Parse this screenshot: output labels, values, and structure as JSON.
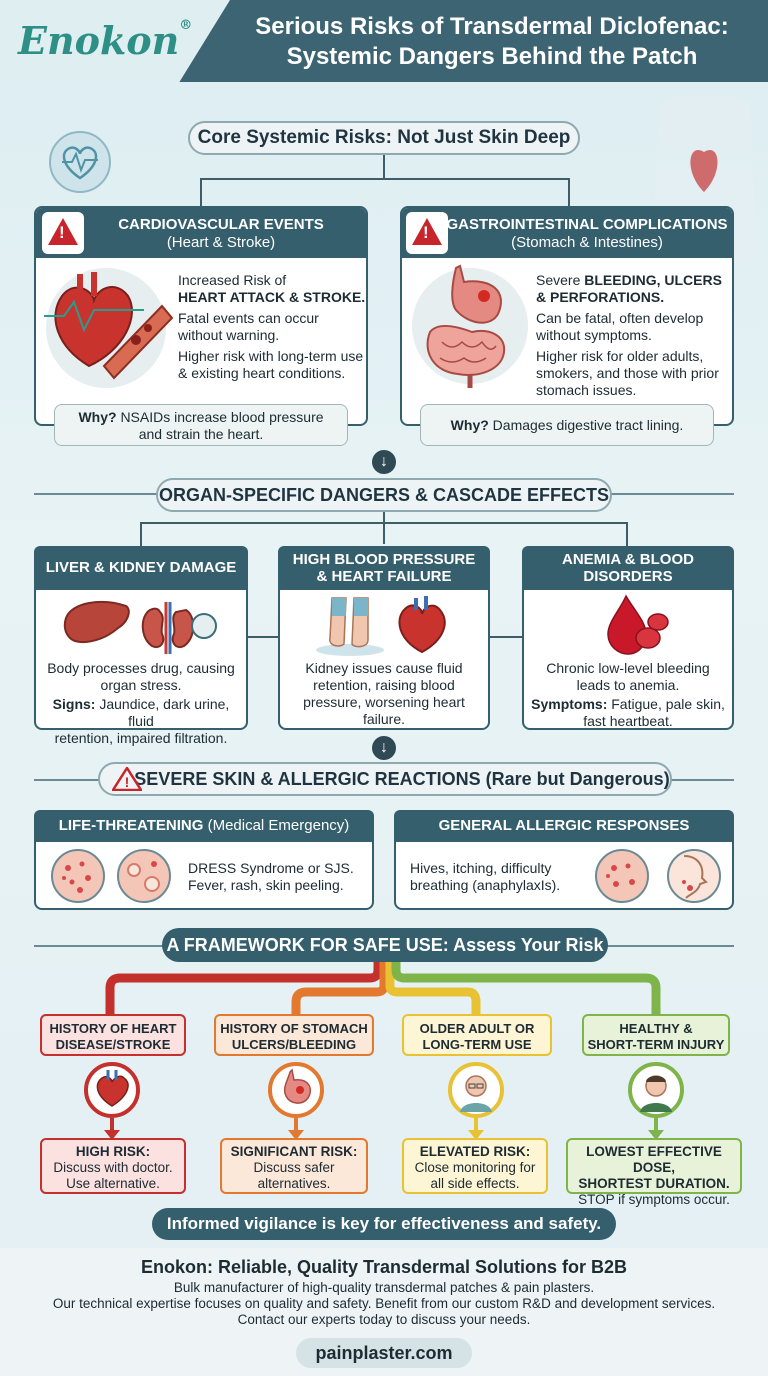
{
  "header": {
    "logo": "Enokon",
    "logo_mark": "®",
    "title_line1": "Serious Risks of Transdermal Diclofenac:",
    "title_line2": "Systemic Dangers Behind the Patch"
  },
  "core": {
    "heading": "Core Systemic Risks: Not Just Skin Deep",
    "cardio": {
      "title": "CARDIOVASCULAR EVENTS",
      "subtitle": "(Heart & Stroke)",
      "l1": "Increased Risk of",
      "l2": "HEART ATTACK & STROKE.",
      "l3": "Fatal events can occur",
      "l4": "without warning.",
      "l5": "Higher risk with long-term use",
      "l6": "& existing heart conditions.",
      "why_label": "Why?",
      "why_text": "NSAIDs increase blood pressure",
      "why_text2": "and strain the heart."
    },
    "gi": {
      "title": "GASTROINTESTINAL COMPLICATIONS",
      "subtitle": "(Stomach & Intestines)",
      "l1a": "Severe ",
      "l1b": "BLEEDING, ULCERS",
      "l2": "& PERFORATIONS.",
      "l3": "Can be fatal, often develop",
      "l4": "without symptoms.",
      "l5": "Higher risk for older adults,",
      "l6": "smokers, and those with prior",
      "l7": "stomach issues.",
      "why_label": "Why?",
      "why_text": "Damages digestive tract lining."
    }
  },
  "organ": {
    "heading": "ORGAN-SPECIFIC DANGERS & CASCADE EFFECTS",
    "liver": {
      "title": "LIVER & KIDNEY DAMAGE",
      "l1": "Body processes drug, causing",
      "l2": "organ stress.",
      "signs_label": "Signs:",
      "signs_text": "Jaundice, dark urine, fluid",
      "signs_text2": "retention, impaired filtration."
    },
    "bp": {
      "title1": "HIGH BLOOD PRESSURE",
      "title2": "& HEART FAILURE",
      "l1": "Kidney issues cause fluid",
      "l2": "retention, raising blood",
      "l3": "pressure, worsening heart",
      "l4": "failure."
    },
    "anemia": {
      "title1": "ANEMIA & BLOOD",
      "title2": "DISORDERS",
      "l1": "Chronic low-level bleeding",
      "l2": "leads to anemia.",
      "sym_label": "Symptoms:",
      "sym_text": "Fatigue, pale skin,",
      "sym_text2": "fast heartbeat."
    }
  },
  "skin": {
    "heading": "SEVERE SKIN & ALLERGIC REACTIONS (Rare but Dangerous)",
    "life": {
      "title_bold": "LIFE-THREATENING",
      "title_rest": " (Medical Emergency)",
      "l1": "DRESS Syndrome or SJS.",
      "l2": "Fever, rash, skin peeling."
    },
    "general": {
      "title": "GENERAL ALLERGIC RESPONSES",
      "l1": "Hives, itching, difficulty",
      "l2": "breathing (anaphylaxIs)."
    }
  },
  "framework": {
    "heading": "A FRAMEWORK FOR SAFE USE: Assess Your Risk",
    "cols": [
      {
        "top1": "HISTORY OF HEART",
        "top2": "DISEASE/STROKE",
        "risk1": "HIGH RISK:",
        "risk2": "Discuss with doctor.",
        "risk3": "Use alternative.",
        "color": "#c4302b"
      },
      {
        "top1": "HISTORY OF STOMACH",
        "top2": "ULCERS/BLEEDING",
        "risk1": "SIGNIFICANT RISK:",
        "risk2": "Discuss safer",
        "risk3": "alternatives.",
        "color": "#e2792f"
      },
      {
        "top1": "OLDER ADULT OR",
        "top2": "LONG-TERM USE",
        "risk1": "ELEVATED RISK:",
        "risk2": "Close monitoring for",
        "risk3": "all side effects.",
        "color": "#e8c233"
      },
      {
        "top1": "HEALTHY &",
        "top2": "SHORT-TERM INJURY",
        "risk1": "LOWEST EFFECTIVE DOSE,",
        "risk1b": "SHORTEST DURATION.",
        "risk3": "STOP if symptoms occur.",
        "color": "#7fb44a"
      }
    ],
    "banner": "Informed vigilance is key for effectiveness and safety."
  },
  "footer": {
    "title": "Enokon: Reliable, Quality Transdermal Solutions for B2B",
    "l1": "Bulk manufacturer of high-quality transdermal patches & pain plasters.",
    "l2": "Our technical expertise focuses on quality and safety. Benefit from our custom R&D and development services.",
    "l3": "Contact our experts today to discuss your needs.",
    "url": "painplaster.com"
  }
}
